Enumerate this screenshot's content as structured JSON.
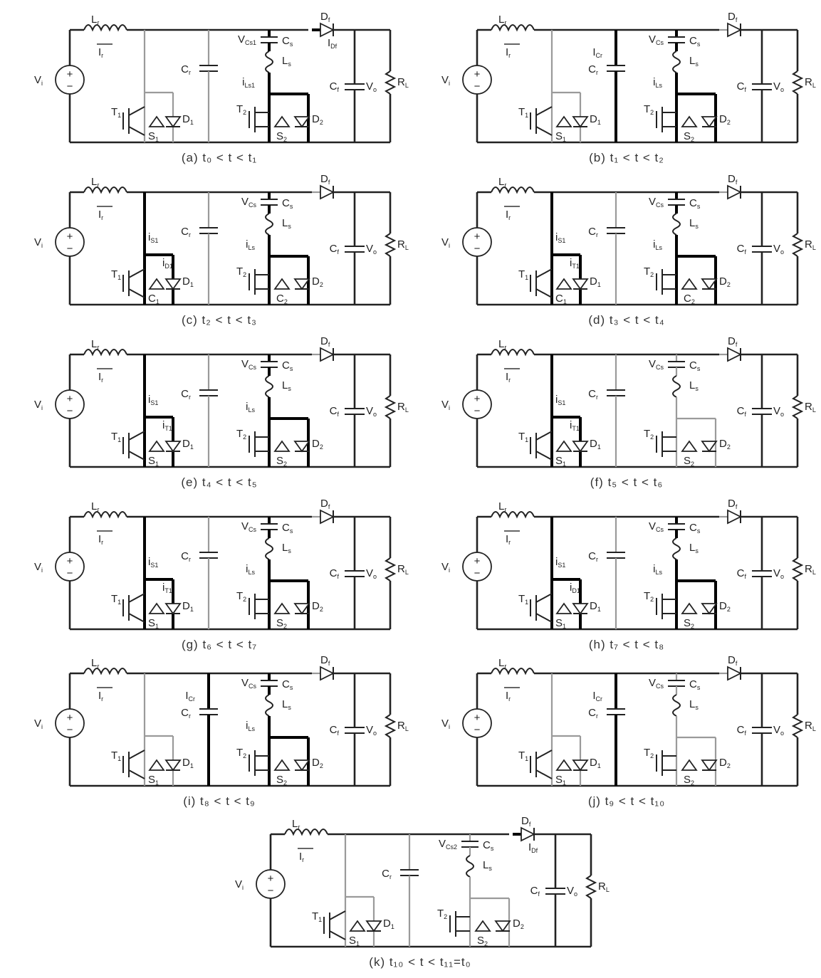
{
  "panels": [
    {
      "id": "a",
      "caption": "(a)  t₀ < t < t₁",
      "labels": {
        "lr": "Lr",
        "ir": "Ir",
        "vi": "Vi",
        "t1": "T1",
        "s1": "S1",
        "d1": "D1",
        "cr": "Cr",
        "vcs": "VCs1",
        "cs": "Cs",
        "ls": "Ls",
        "is": "iLs1",
        "t2": "T2",
        "s2": "S2",
        "d2": "D2",
        "df": "Df",
        "idf": "IDf",
        "cf": "Cf",
        "vo": "Vo",
        "rl": "RL",
        "icr": "",
        "is1": "",
        "is2": ""
      }
    },
    {
      "id": "b",
      "caption": "(b)  t₁ < t < t₂",
      "labels": {
        "lr": "Lr",
        "ir": "Ir",
        "vi": "Vi",
        "t1": "T1",
        "s1": "S1",
        "d1": "D1",
        "cr": "Cr",
        "vcs": "VCs",
        "cs": "Cs",
        "ls": "Ls",
        "is": "iLs",
        "t2": "T2",
        "s2": "S2",
        "d2": "D2",
        "df": "Df",
        "idf": "",
        "cf": "Cf",
        "vo": "Vo",
        "rl": "RL",
        "icr": "ICr",
        "is1": "",
        "is2": ""
      }
    },
    {
      "id": "c",
      "caption": "(c)  t₂ < t < t₃",
      "labels": {
        "lr": "Lr",
        "ir": "Ir",
        "vi": "Vi",
        "t1": "T1",
        "s1": "C1",
        "d1": "D1",
        "cr": "Cr",
        "vcs": "VCs",
        "cs": "Cs",
        "ls": "Ls",
        "is": "iLs",
        "t2": "T2",
        "s2": "C2",
        "d2": "D2",
        "df": "Df",
        "idf": "",
        "cf": "Cf",
        "vo": "Vo",
        "rl": "RL",
        "icr": "",
        "is1": "iS1",
        "is2": "iD1"
      }
    },
    {
      "id": "d",
      "caption": "(d)  t₃ < t < t₄",
      "labels": {
        "lr": "Lr",
        "ir": "Ir",
        "vi": "Vi",
        "t1": "T1",
        "s1": "C1",
        "d1": "D1",
        "cr": "Cr",
        "vcs": "VCs",
        "cs": "Cs",
        "ls": "Ls",
        "is": "iLs",
        "t2": "T2",
        "s2": "C2",
        "d2": "D2",
        "df": "Df",
        "idf": "",
        "cf": "Cf",
        "vo": "Vo",
        "rl": "RL",
        "icr": "",
        "is1": "iS1",
        "is2": "iT1"
      }
    },
    {
      "id": "e",
      "caption": "(e)  t₄ < t < t₅",
      "labels": {
        "lr": "Lr",
        "ir": "Ir",
        "vi": "Vi",
        "t1": "T1",
        "s1": "S1",
        "d1": "D1",
        "cr": "Cr",
        "vcs": "VCs",
        "cs": "Cs",
        "ls": "Ls",
        "is": "iLs",
        "t2": "T2",
        "s2": "S2",
        "d2": "D2",
        "df": "Df",
        "idf": "",
        "cf": "Cf",
        "vo": "Vo",
        "rl": "RL",
        "icr": "",
        "is1": "iS1",
        "is2": "iT1"
      }
    },
    {
      "id": "f",
      "caption": "(f)  t₅ < t < t₆",
      "labels": {
        "lr": "Lr",
        "ir": "Ir",
        "vi": "Vi",
        "t1": "T1",
        "s1": "S1",
        "d1": "D1",
        "cr": "Cr",
        "vcs": "VCs",
        "cs": "Cs",
        "ls": "Ls",
        "is": "",
        "t2": "T2",
        "s2": "S2",
        "d2": "D2",
        "df": "Df",
        "idf": "",
        "cf": "Cf",
        "vo": "Vo",
        "rl": "RL",
        "icr": "",
        "is1": "iS1",
        "is2": "iT1"
      }
    },
    {
      "id": "g",
      "caption": "(g)  t₆ < t < t₇",
      "labels": {
        "lr": "Lr",
        "ir": "Ir",
        "vi": "Vi",
        "t1": "T1",
        "s1": "S1",
        "d1": "D1",
        "cr": "Cr",
        "vcs": "VCs",
        "cs": "Cs",
        "ls": "Ls",
        "is": "iLs",
        "t2": "T2",
        "s2": "S2",
        "d2": "D2",
        "df": "Df",
        "idf": "",
        "cf": "Cf",
        "vo": "Vo",
        "rl": "RL",
        "icr": "",
        "is1": "iS1",
        "is2": "iT1"
      }
    },
    {
      "id": "h",
      "caption": "(h)  t₇ < t < t₈",
      "labels": {
        "lr": "Lr",
        "ir": "Ir",
        "vi": "Vi",
        "t1": "T1",
        "s1": "S1",
        "d1": "D1",
        "cr": "Cr",
        "vcs": "VCs",
        "cs": "Cs",
        "ls": "Ls",
        "is": "iLs",
        "t2": "T2",
        "s2": "S2",
        "d2": "D2",
        "df": "Df",
        "idf": "",
        "cf": "Cf",
        "vo": "Vo",
        "rl": "RL",
        "icr": "",
        "is1": "iS1",
        "is2": "iD1"
      }
    },
    {
      "id": "i",
      "caption": "(i)  t₈ < t < t₉",
      "labels": {
        "lr": "Lr",
        "ir": "Ir",
        "vi": "Vi",
        "t1": "T1",
        "s1": "S1",
        "d1": "D1",
        "cr": "Cr",
        "vcs": "VCs",
        "cs": "Cs",
        "ls": "Ls",
        "is": "iLs",
        "t2": "T2",
        "s2": "S2",
        "d2": "D2",
        "df": "Df",
        "idf": "",
        "cf": "Cf",
        "vo": "Vo",
        "rl": "RL",
        "icr": "ICr",
        "is1": "",
        "is2": ""
      }
    },
    {
      "id": "j",
      "caption": "(j)  t₉ < t < t₁₀",
      "labels": {
        "lr": "Lr",
        "ir": "Ir",
        "vi": "Vi",
        "t1": "T1",
        "s1": "S1",
        "d1": "D1",
        "cr": "Cr",
        "vcs": "VCs",
        "cs": "Cs",
        "ls": "Ls",
        "is": "",
        "t2": "T2",
        "s2": "S2",
        "d2": "D2",
        "df": "Df",
        "idf": "",
        "cf": "Cf",
        "vo": "Vo",
        "rl": "RL",
        "icr": "ICr",
        "is1": "",
        "is2": ""
      }
    },
    {
      "id": "k",
      "caption": "(k)  t₁₀ < t < t₁₁=t₀",
      "labels": {
        "lr": "Lr",
        "ir": "Ir",
        "vi": "Vi",
        "t1": "T1",
        "s1": "S1",
        "d1": "D1",
        "cr": "Cr",
        "vcs": "VCs2",
        "cs": "Cs",
        "ls": "Ls",
        "is": "",
        "t2": "T2",
        "s2": "S2",
        "d2": "D2",
        "df": "Df",
        "idf": "IDf",
        "cf": "Cf",
        "vo": "Vo",
        "rl": "RL",
        "icr": "",
        "is1": "",
        "is2": ""
      }
    }
  ]
}
